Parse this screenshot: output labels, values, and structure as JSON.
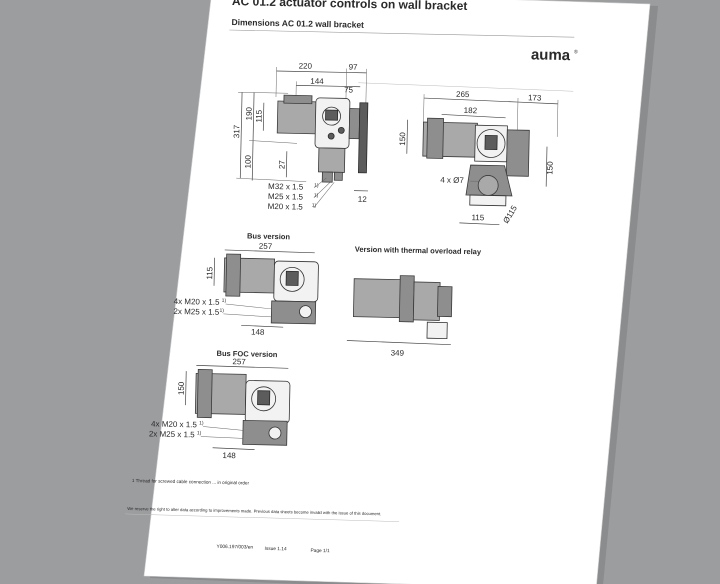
{
  "page": {
    "title": "AC 01.2 actuator controls on wall bracket",
    "subtitle": "Dimensions AC 01.2 wall bracket",
    "logo": "auma",
    "logo_mark": "®"
  },
  "drawing_main": {
    "dims_top": [
      "220",
      "97",
      "144",
      "75"
    ],
    "dims_left": [
      "317",
      "190",
      "115",
      "100",
      "27"
    ],
    "dim_bottom": "12",
    "thread_labels": [
      "M32 x 1.5",
      "M25 x 1.5",
      "M20 x 1.5"
    ],
    "footnote_marker": "1)"
  },
  "drawing_side": {
    "dims_top": [
      "265",
      "173",
      "182"
    ],
    "dims_left": "150",
    "dims_right": "150",
    "hole_label": "4 x Ø7",
    "dia_label": "Ø115",
    "dim_bottom": "115"
  },
  "bus_version": {
    "title": "Bus version",
    "dim_top": "257",
    "dim_left": "115",
    "dim_bottom": "148",
    "thread_labels": [
      "4x M20 x 1.5",
      "2x M25 x 1.5"
    ],
    "footnote_marker": "1)"
  },
  "thermal_version": {
    "title": "Version with thermal overload relay",
    "dim_bottom": "349"
  },
  "bus_foc_version": {
    "title": "Bus FOC version",
    "dim_top": "257",
    "dim_left": "150",
    "dim_bottom": "148",
    "thread_labels": [
      "4x M20 x 1.5",
      "2x M25 x 1.5"
    ],
    "footnote_marker": "1)"
  },
  "footer": {
    "footnote": "1  Thread for screwed cable connection ... in original order",
    "legal": "We reserve the right to alter data according to improvements made. Previous data sheets become invalid with the issue of this document.",
    "doc_number": "Y006.197/003/en",
    "issue": "Issue 1.14",
    "page": "Page 1/1"
  }
}
